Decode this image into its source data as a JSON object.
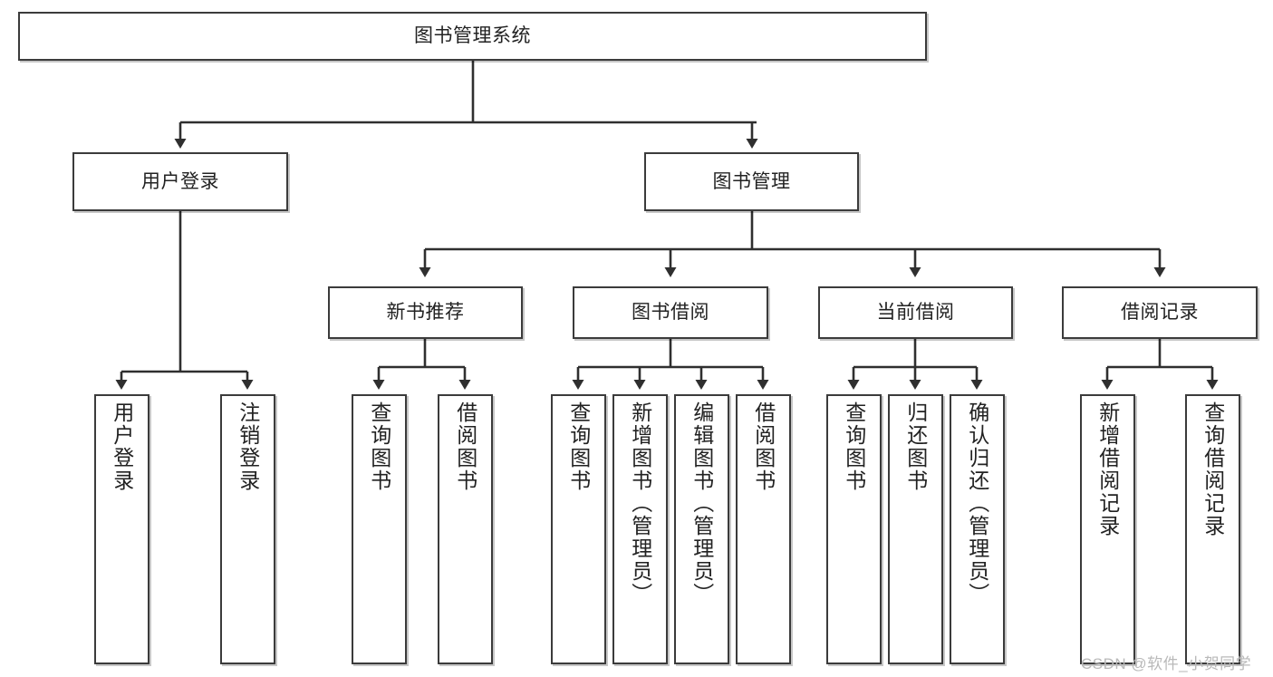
{
  "diagram": {
    "type": "tree-hierarchy",
    "title": "图书管理系统",
    "watermark": "CSDN @软件_小贺同学",
    "colors": {
      "box_border": "#3b3b3b",
      "box_fill": "#ffffff",
      "connector": "#2f2f2f",
      "text": "#222222",
      "watermark": "#b9b9b9"
    },
    "root": {
      "label": "图书管理系统"
    },
    "level2": [
      {
        "label": "用户登录"
      },
      {
        "label": "图书管理"
      }
    ],
    "level3": [
      {
        "label": "新书推荐"
      },
      {
        "label": "图书借阅"
      },
      {
        "label": "当前借阅"
      },
      {
        "label": "借阅记录"
      }
    ],
    "leaves": {
      "user_login": [
        {
          "label": "用户登录"
        },
        {
          "label": "注销登录"
        }
      ],
      "new_book": [
        {
          "label": "查询图书"
        },
        {
          "label": "借阅图书"
        }
      ],
      "book_borrow": [
        {
          "label": "查询图书"
        },
        {
          "label": "新增图书（管理员）"
        },
        {
          "label": "编辑图书（管理员）"
        },
        {
          "label": "借阅图书"
        }
      ],
      "current_borrow": [
        {
          "label": "查询图书"
        },
        {
          "label": "归还图书"
        },
        {
          "label": "确认归还（管理员）"
        }
      ],
      "borrow_record": [
        {
          "label": "新增借阅记录"
        },
        {
          "label": "查询借阅记录"
        }
      ]
    }
  }
}
